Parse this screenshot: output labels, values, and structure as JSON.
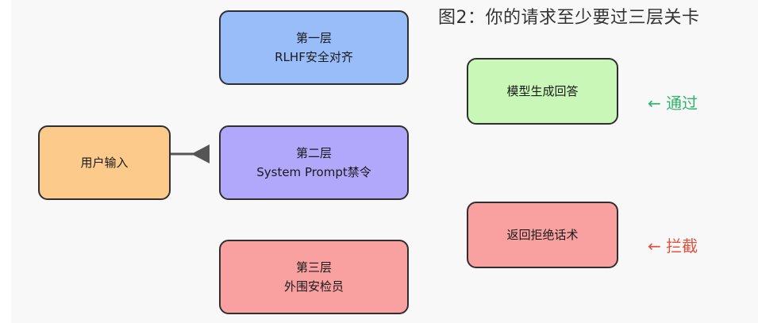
{
  "title": "图2：你的请求至少要过三层关卡",
  "nodes": {
    "user_input": {
      "line1": "用户输入"
    },
    "layer1": {
      "line1": "第一层",
      "line2": "RLHF安全对齐"
    },
    "layer2": {
      "line1": "第二层",
      "line2": "System Prompt禁令"
    },
    "layer3": {
      "line1": "第三层",
      "line2": "外围安检员"
    },
    "generate": {
      "line1": "模型生成回答"
    },
    "refuse": {
      "line1": "返回拒绝话术"
    }
  },
  "annotations": {
    "pass": "← 通过",
    "block": "← 拦截"
  },
  "colors": {
    "user_input": "#fccb8c",
    "layer1": "#99bdf9",
    "layer2": "#b2a8fb",
    "layer3": "#f9a0a0",
    "generate": "#c9f7b8",
    "refuse": "#f9a0a0",
    "pass": "#2fb36a",
    "block": "#e0533f"
  }
}
